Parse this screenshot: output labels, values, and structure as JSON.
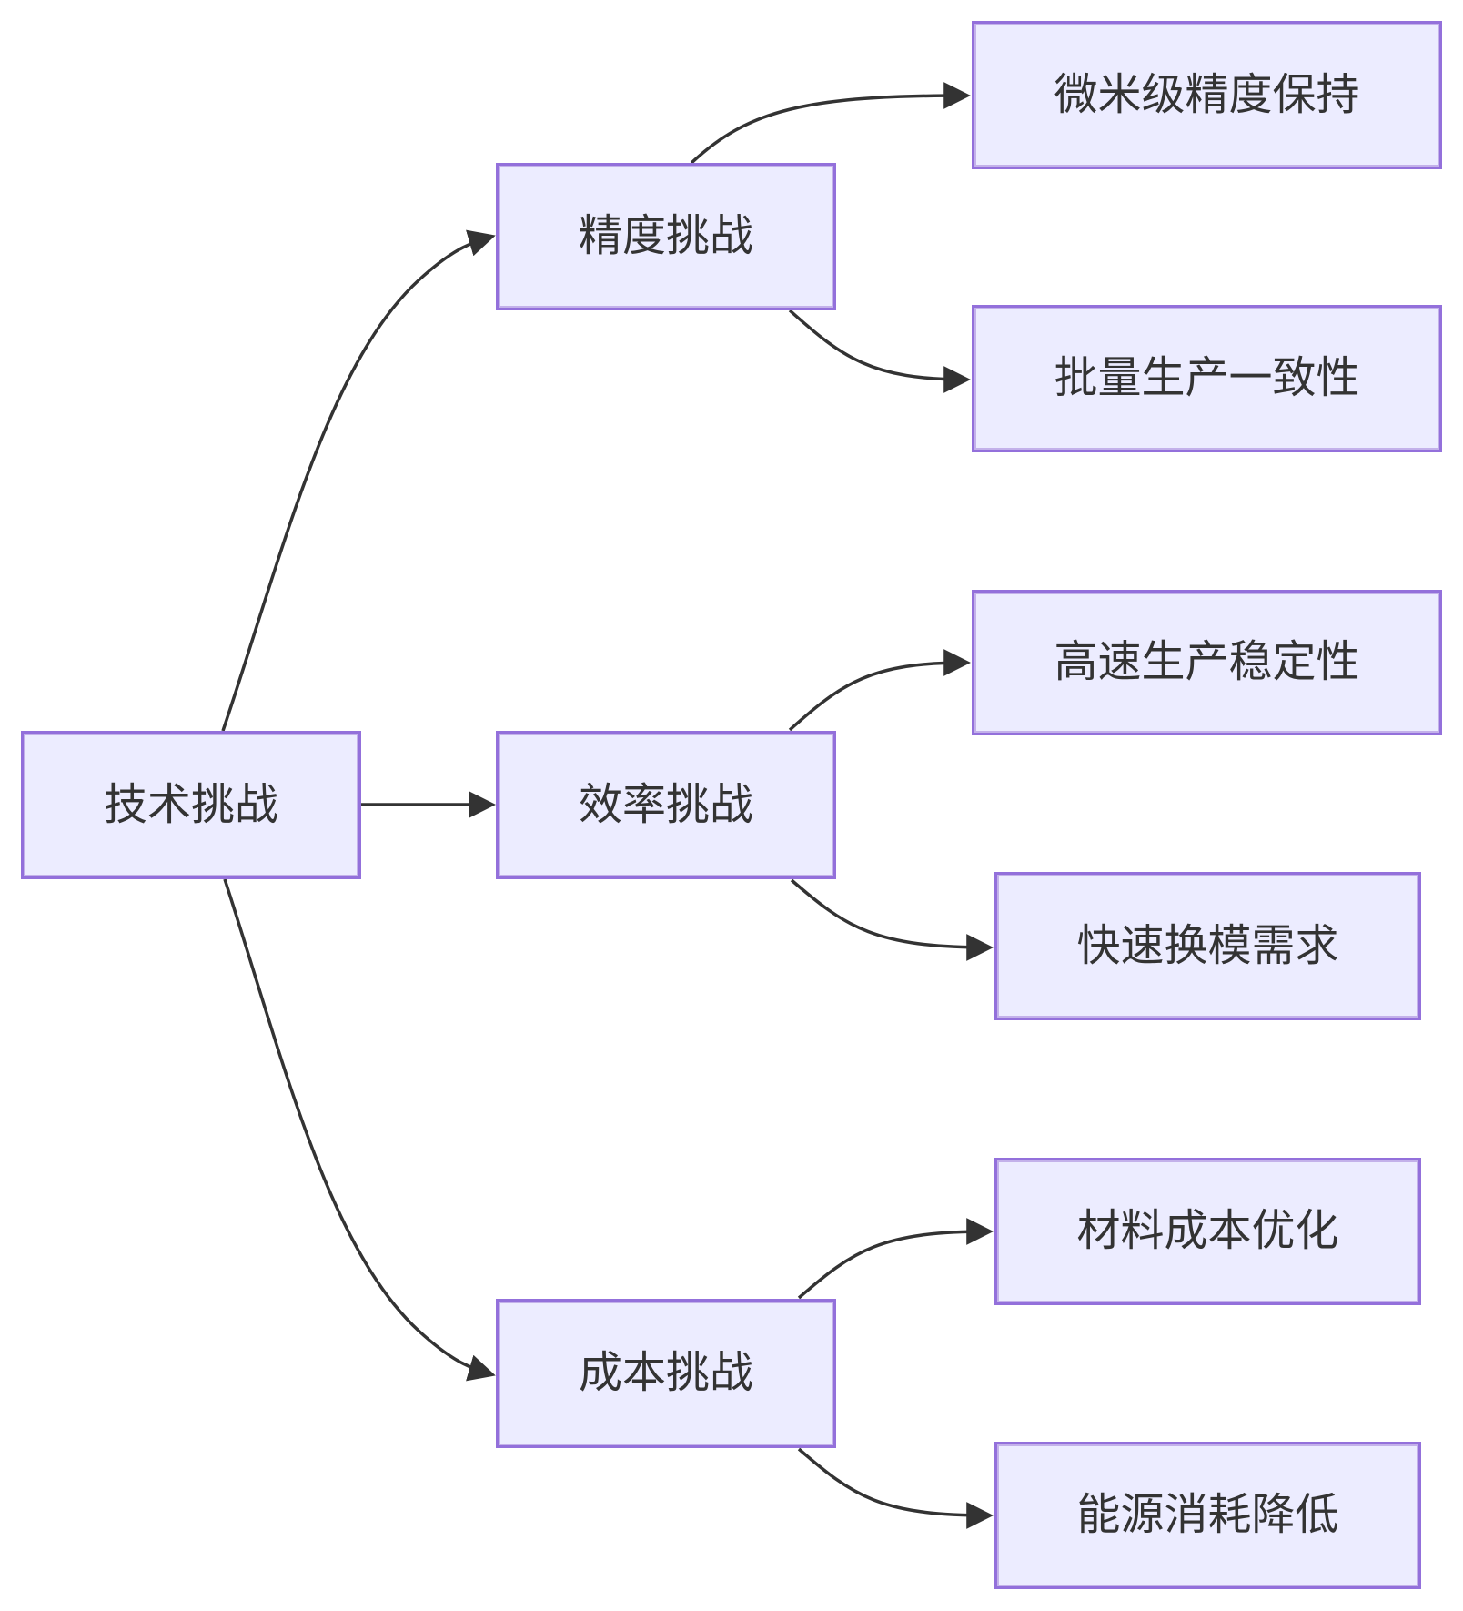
{
  "diagram": {
    "root": {
      "label": "技术挑战"
    },
    "branches": [
      {
        "label": "精度挑战",
        "children": [
          {
            "label": "微米级精度保持"
          },
          {
            "label": "批量生产一致性"
          }
        ]
      },
      {
        "label": "效率挑战",
        "children": [
          {
            "label": "高速生产稳定性"
          },
          {
            "label": "快速换模需求"
          }
        ]
      },
      {
        "label": "成本挑战",
        "children": [
          {
            "label": "材料成本优化"
          },
          {
            "label": "能源消耗降低"
          }
        ]
      }
    ],
    "colors": {
      "node_fill": "#ECECFF",
      "node_border": "#9370DB",
      "edge": "#333333",
      "text": "#333333",
      "background": "#FFFFFF"
    }
  }
}
